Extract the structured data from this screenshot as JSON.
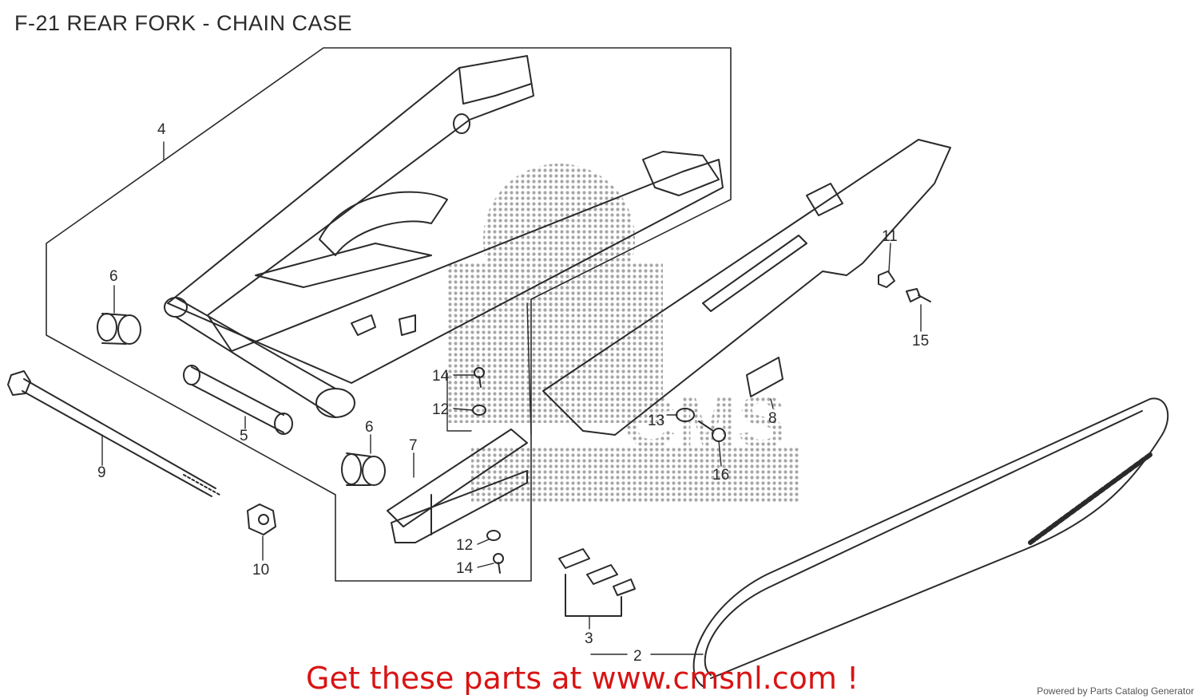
{
  "header": {
    "title": "F-21 REAR FORK - CHAIN CASE"
  },
  "callouts": {
    "c2": "2",
    "c3": "3",
    "c4": "4",
    "c5": "5",
    "c6a": "6",
    "c6b": "6",
    "c7": "7",
    "c8": "8",
    "c9": "9",
    "c10": "10",
    "c11": "11",
    "c12a": "12",
    "c12b": "12",
    "c13": "13",
    "c14a": "14",
    "c14b": "14",
    "c15": "15",
    "c16": "16"
  },
  "watermark": {
    "text": "CMS"
  },
  "footer": {
    "cta": "Get these parts at www.cmsnl.com !",
    "powered_by": "Powered by Parts Catalog Generator"
  },
  "colors": {
    "cta": "#d81414",
    "line": "#2a2a2a",
    "watermark": "#9a9a9a"
  }
}
